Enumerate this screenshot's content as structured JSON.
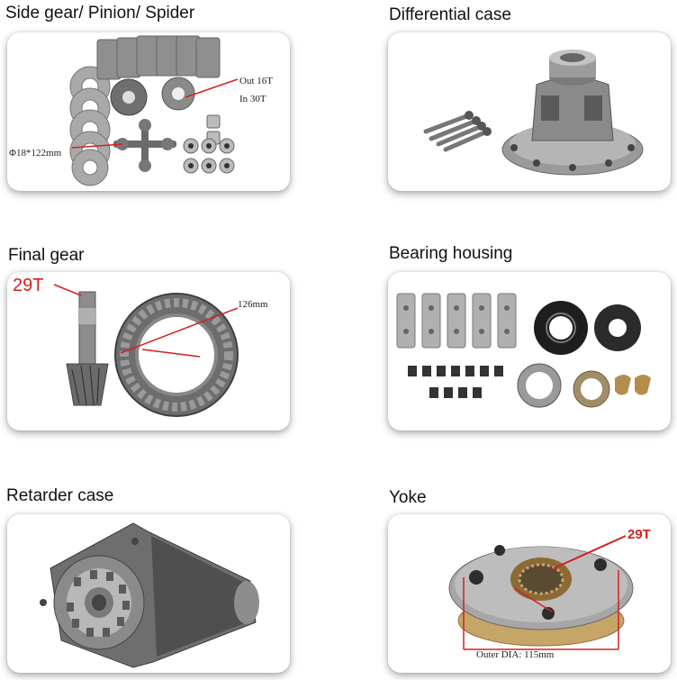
{
  "sections": [
    {
      "title": "Side gear/ Pinion/ Spider",
      "annotations": [
        "Out 16T",
        "In 30T",
        "Φ18*122mm"
      ]
    },
    {
      "title": "Differential case",
      "annotations": []
    },
    {
      "title": "Final gear",
      "annotations": [
        "29T",
        "126mm"
      ]
    },
    {
      "title": "Bearing housing",
      "annotations": []
    },
    {
      "title": "Retarder case",
      "annotations": []
    },
    {
      "title": "Yoke",
      "annotations": [
        "29T",
        "Outer DIA: 115mm"
      ]
    }
  ],
  "colors": {
    "annotation_red": "#d42020",
    "metal": "#8d8d8d",
    "dark_metal": "#555555"
  }
}
